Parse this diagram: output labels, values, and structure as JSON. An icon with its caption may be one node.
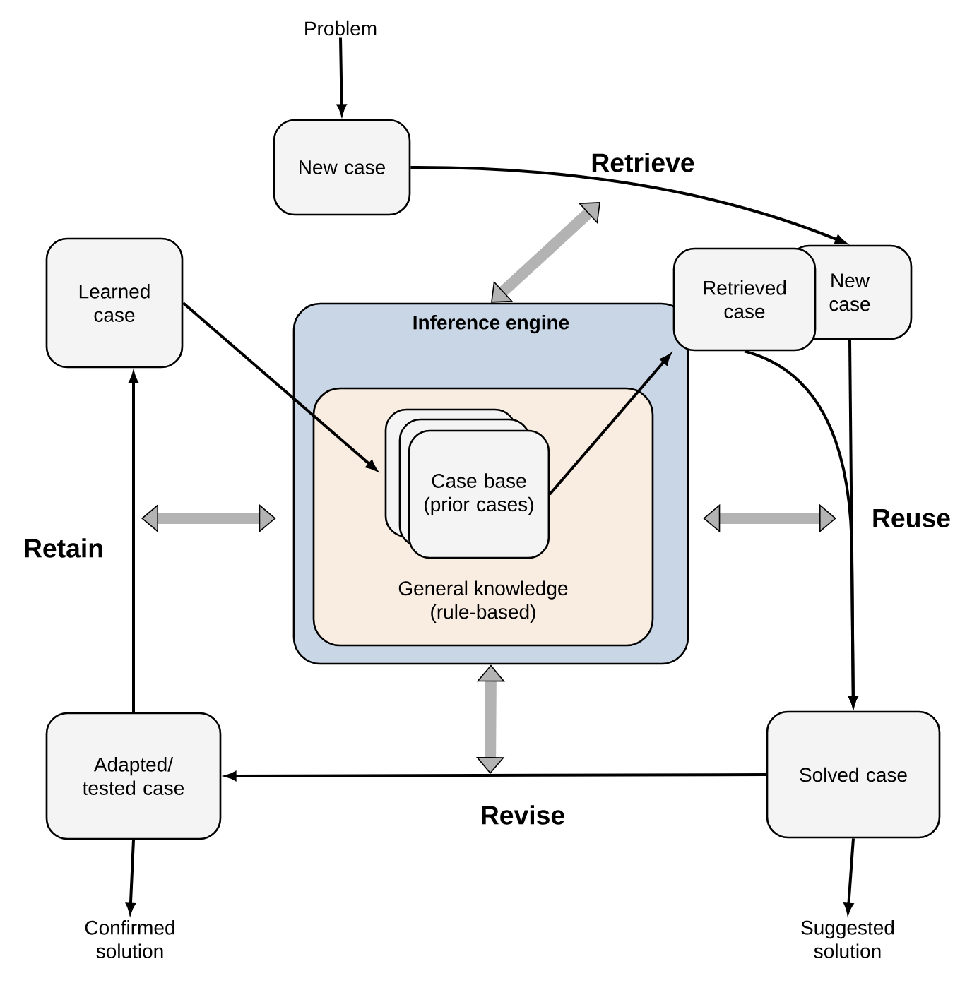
{
  "diagram": {
    "nodes": [
      {
        "text": [
          "Problem"
        ]
      },
      {
        "text": [
          "New case"
        ]
      },
      {
        "text": [
          "Learned case"
        ]
      },
      {
        "text": [
          "Inference engine"
        ]
      },
      {
        "text": [
          "General knowledge (rule-based)"
        ],
        "in": 3
      },
      {
        "text": [
          "Case base (prior cases)"
        ],
        "in": 4
      },
      {
        "text": [
          "Retrieved case"
        ]
      },
      {
        "text": [
          "New case"
        ]
      },
      {
        "text": [
          "Adapted/ tested case"
        ]
      },
      {
        "text": [
          "Solved case"
        ]
      },
      {
        "text": [
          "Confirmed solution"
        ]
      },
      {
        "text": [
          "Suggested solution"
        ]
      }
    ],
    "edges": [
      {
        "from": 0,
        "to": 1,
        "arrow": "to"
      },
      {
        "from": 1,
        "to": 7,
        "arrow": "to",
        "label": "Retrieve"
      },
      {
        "from": 2,
        "to": 5,
        "arrow": "to"
      },
      {
        "from": 5,
        "to": 6,
        "arrow": "to"
      },
      {
        "from": 6,
        "to": 9,
        "arrow": "to"
      },
      {
        "from": 7,
        "to": 9,
        "arrow": "to",
        "label": "Reuse"
      },
      {
        "from": 9,
        "to": 8,
        "arrow": "to",
        "label": "Revise"
      },
      {
        "from": 8,
        "to": 2,
        "arrow": "to",
        "label": "Retain"
      },
      {
        "from": 8,
        "to": 10,
        "arrow": "to"
      },
      {
        "from": 9,
        "to": 11,
        "arrow": "to"
      },
      {
        "from": 3,
        "to": null,
        "arrow": "both",
        "style": "thick",
        "color": "#b3b3b3"
      },
      {
        "from": 3,
        "to": null,
        "arrow": "both",
        "style": "thick",
        "color": "#b3b3b3"
      },
      {
        "from": 3,
        "to": null,
        "arrow": "both",
        "style": "thick",
        "color": "#b3b3b3"
      },
      {
        "from": 3,
        "to": null,
        "arrow": "both",
        "style": "thick",
        "color": "#b3b3b3"
      }
    ]
  }
}
